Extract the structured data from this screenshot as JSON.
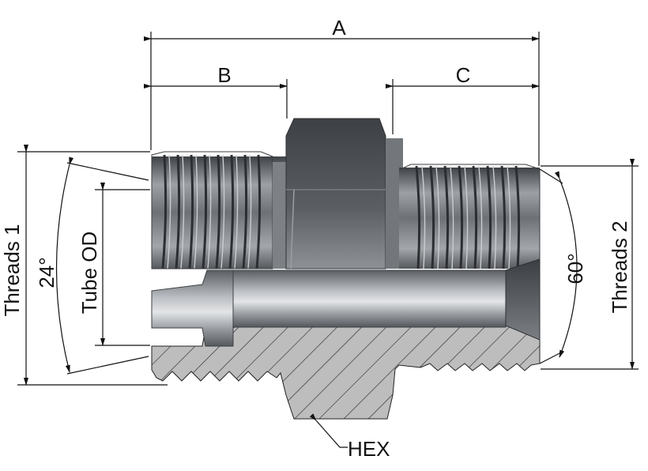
{
  "labels": {
    "dim_a": "A",
    "dim_b": "B",
    "dim_c": "C",
    "threads_1": "Threads 1",
    "threads_2": "Threads 2",
    "angle_24": "24°",
    "angle_60": "60°",
    "tube_od": "Tube OD",
    "hex": "HEX"
  },
  "colors": {
    "metal_dark": "#4a4d52",
    "metal_mid": "#8d9196",
    "metal_light": "#c8cbce",
    "section": "#bcbcbc",
    "hatch": "#333333",
    "dim_line": "#111111"
  }
}
